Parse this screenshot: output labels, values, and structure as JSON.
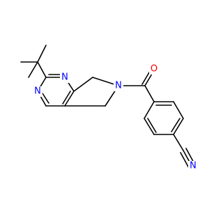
{
  "atoms": {
    "n1": {
      "symbol": "N",
      "color": "#0000ff"
    },
    "n3": {
      "symbol": "N",
      "color": "#0000ff"
    },
    "n6": {
      "symbol": "N",
      "color": "#0000ff"
    },
    "o": {
      "symbol": "O",
      "color": "#ff0000"
    },
    "n_nitrile": {
      "symbol": "N",
      "color": "#0000ff"
    }
  }
}
